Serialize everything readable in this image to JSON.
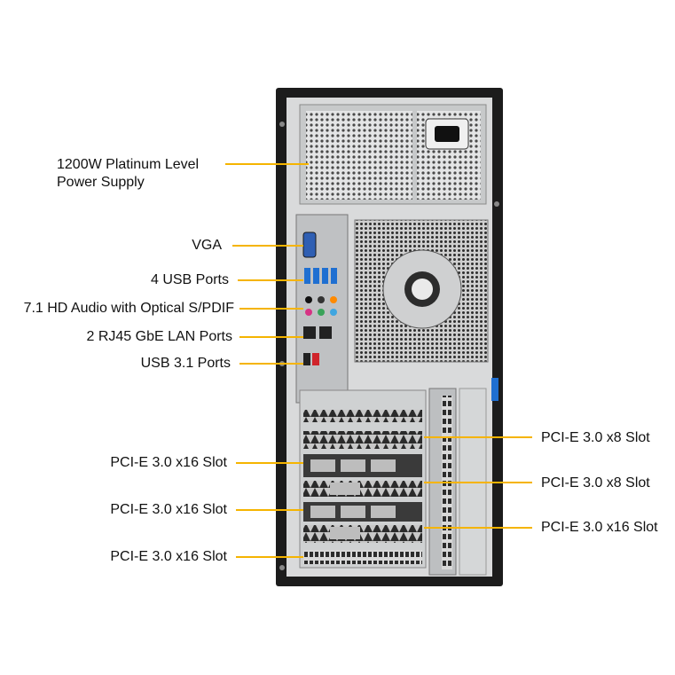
{
  "left_labels": {
    "psu_line1": "1200W Platinum Level",
    "psu_line2": "Power Supply",
    "vga": "VGA",
    "usb": "4 USB Ports",
    "audio": "7.1 HD Audio with Optical S/PDIF",
    "lan": "2 RJ45 GbE LAN Ports",
    "usb31": "USB 3.1 Ports",
    "pcie_left_1": "PCI-E 3.0 x16 Slot",
    "pcie_left_2": "PCI-E 3.0 x16 Slot",
    "pcie_left_3": "PCI-E 3.0 x16 Slot"
  },
  "right_labels": {
    "pcie_right_1": "PCI-E 3.0 x8 Slot",
    "pcie_right_2": "PCI-E 3.0 x8 Slot",
    "pcie_right_3": "PCI-E 3.0 x16 Slot"
  },
  "colors": {
    "leader": "#f5b400",
    "chassis_frame": "#1c1c1c",
    "chassis_panel": "#d9dadb",
    "vent": "#3a3a3a",
    "usb_port": "#1f6fd1",
    "usb31_port": "#d0242b"
  }
}
